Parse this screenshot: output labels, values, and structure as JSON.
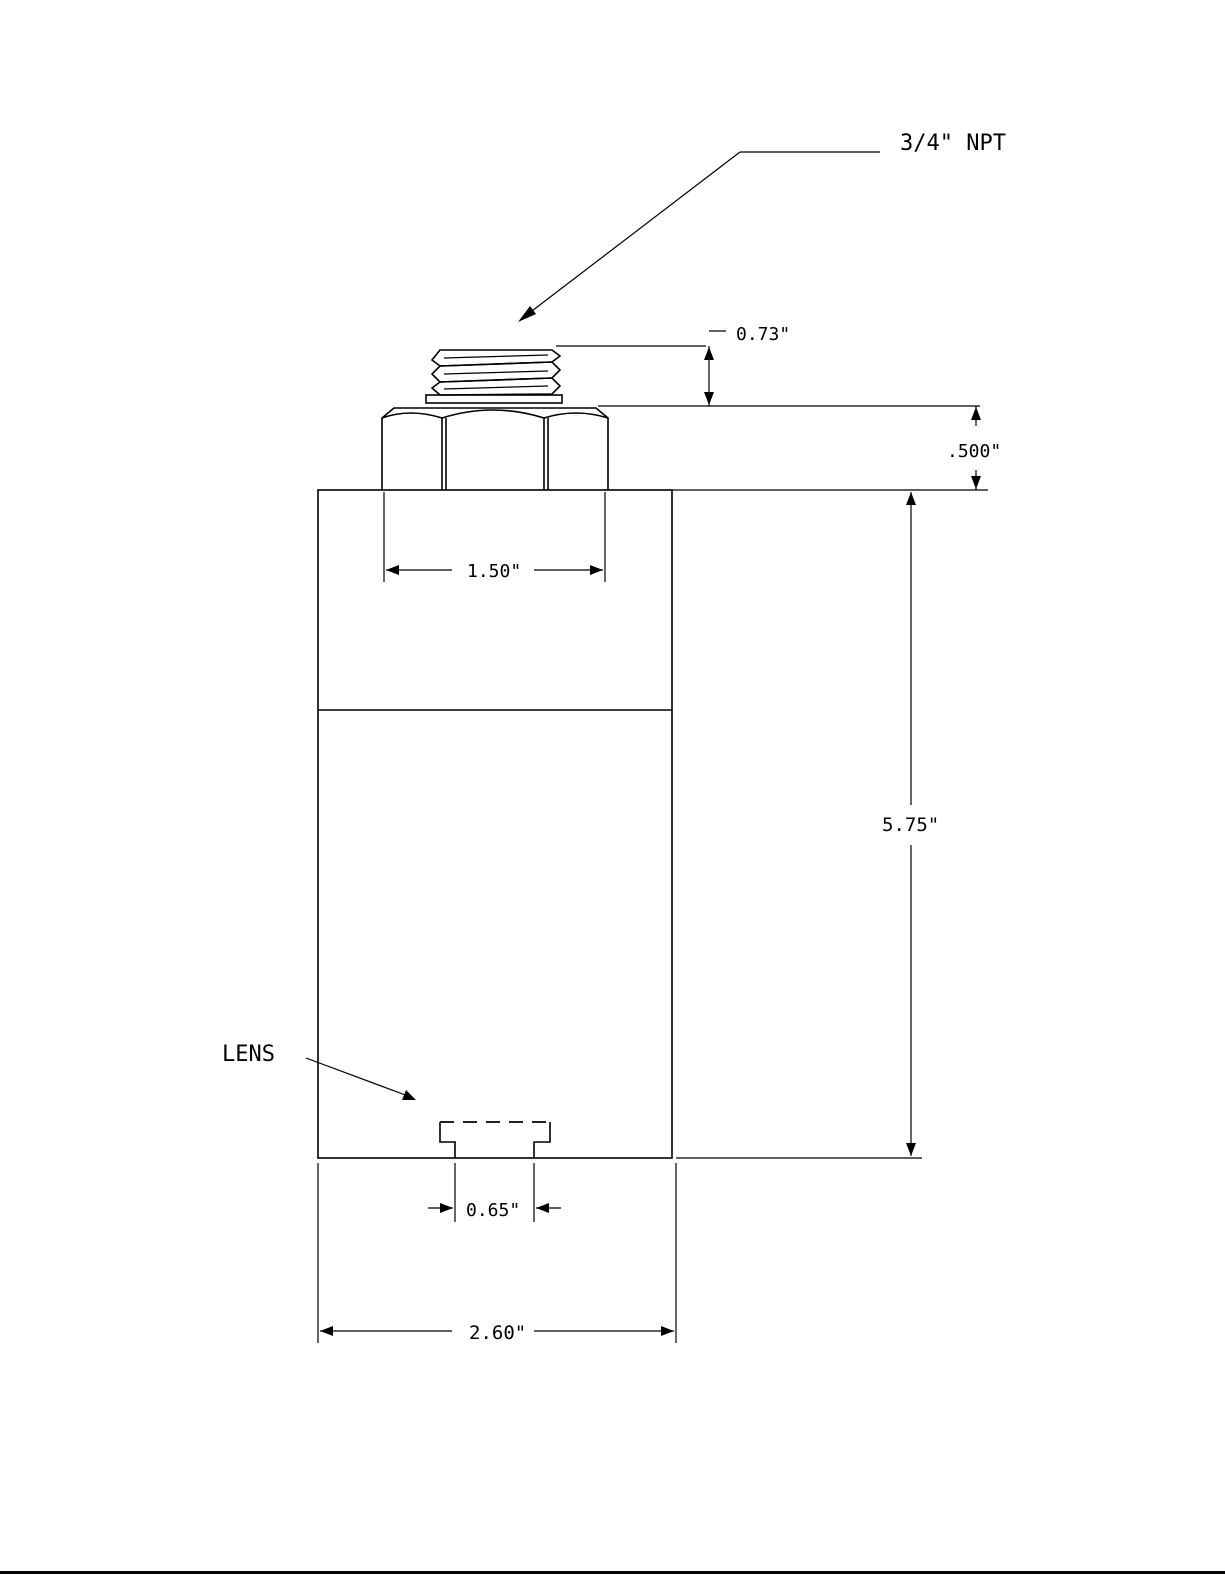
{
  "labels": {
    "thread": "3/4\" NPT",
    "thread_height": "0.73\"",
    "hex_height": ".500\"",
    "hex_width": "1.50\"",
    "body_height": "5.75\"",
    "lens": "LENS",
    "lens_width": "0.65\"",
    "body_width": "2.60\""
  }
}
